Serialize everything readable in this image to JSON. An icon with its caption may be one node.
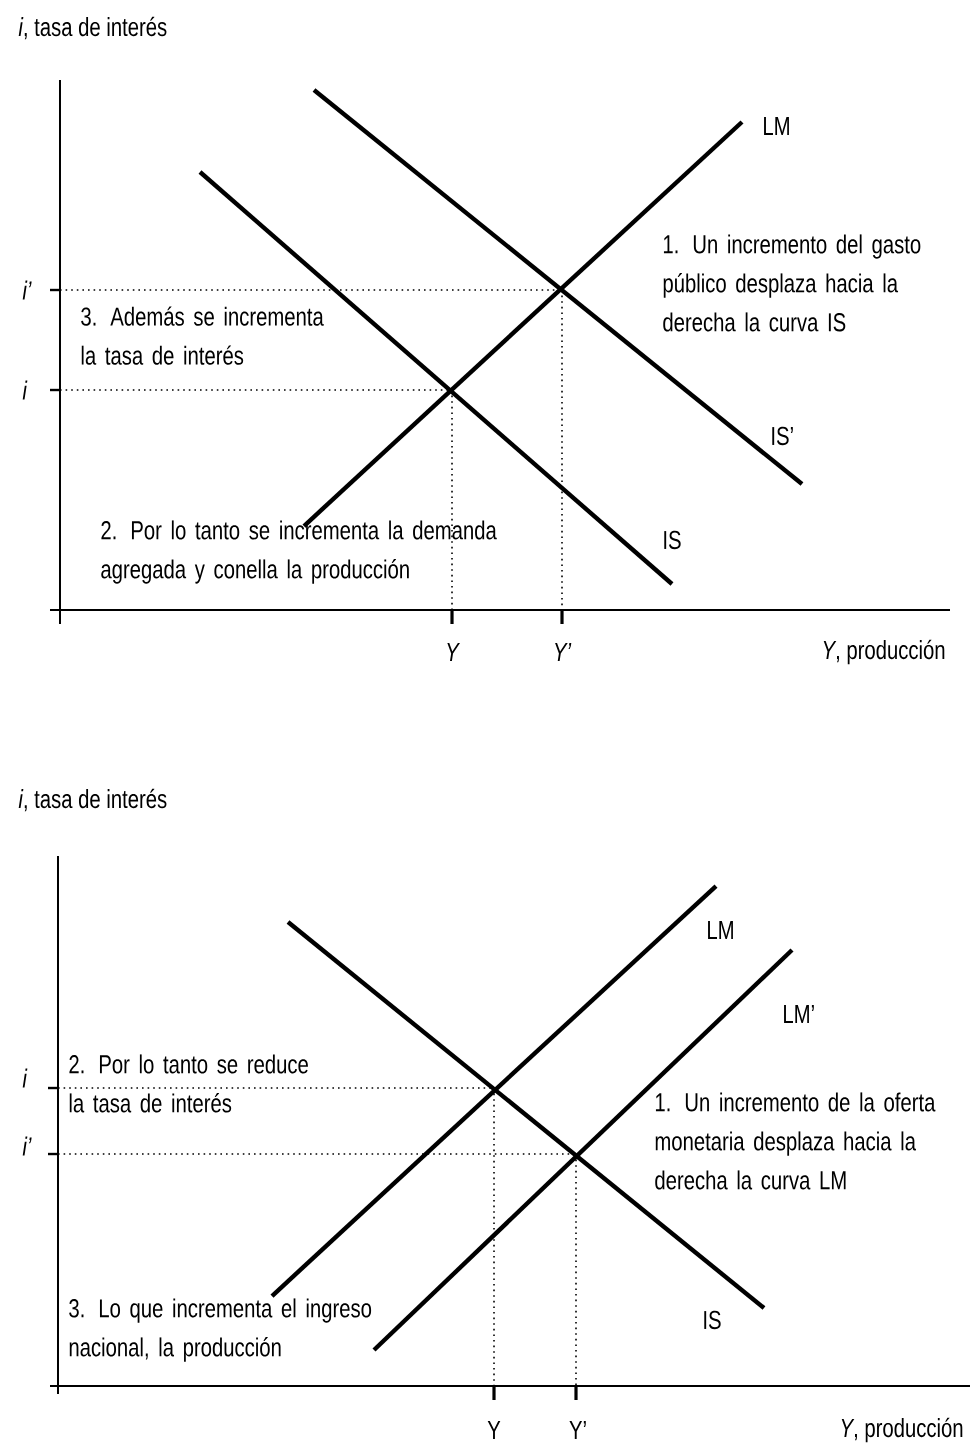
{
  "diagram": {
    "labels": [
      "*i*, tasa de interés",
      "LM",
      "i’",
      "1. Un incremento del gasto público desplaza hacia la derecha la curva IS",
      "3. Además se incrementa la tasa de interés",
      "i",
      "IS’",
      "IS",
      "2. Por lo tanto se incrementa la demanda agregada y conella la producción",
      "Y",
      "Y’",
      "*Y*, producción",
      "*i*, tasa de interés",
      "LM",
      "LM’",
      "i",
      "2. Por lo tanto se reduce la tasa de interés",
      "1. Un incremento de la oferta monetaria desplaza hacia la derecha la curva LM",
      "i’",
      "IS",
      "3. Lo que incrementa el ingreso nacional, la producción",
      "Y",
      "Y’",
      "*Y*, producción"
    ]
  }
}
